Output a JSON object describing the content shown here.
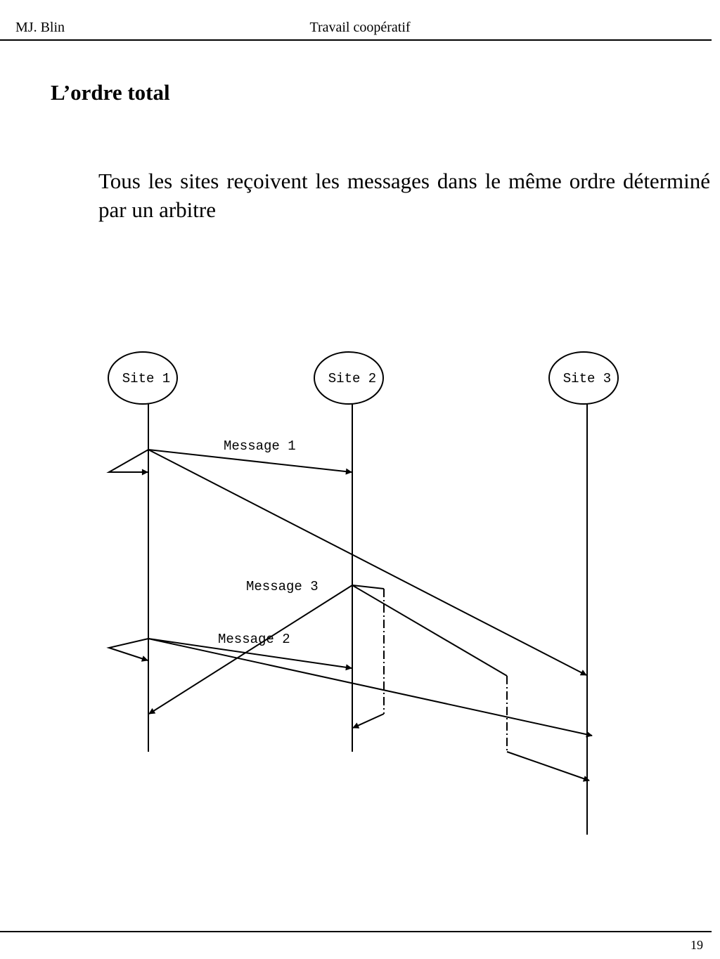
{
  "header": {
    "author": "MJ. Blin",
    "title": "Travail coopératif"
  },
  "heading": "L’ordre total",
  "paragraph": "Tous les sites reçoivent les messages dans le même ordre déterminé par un arbitre",
  "diagram": {
    "sites": [
      "Site 1",
      "Site 2",
      "Site 3"
    ],
    "messages": [
      "Message 1",
      "Message 3",
      "Message 2"
    ]
  },
  "footer": {
    "page_number": "19"
  }
}
